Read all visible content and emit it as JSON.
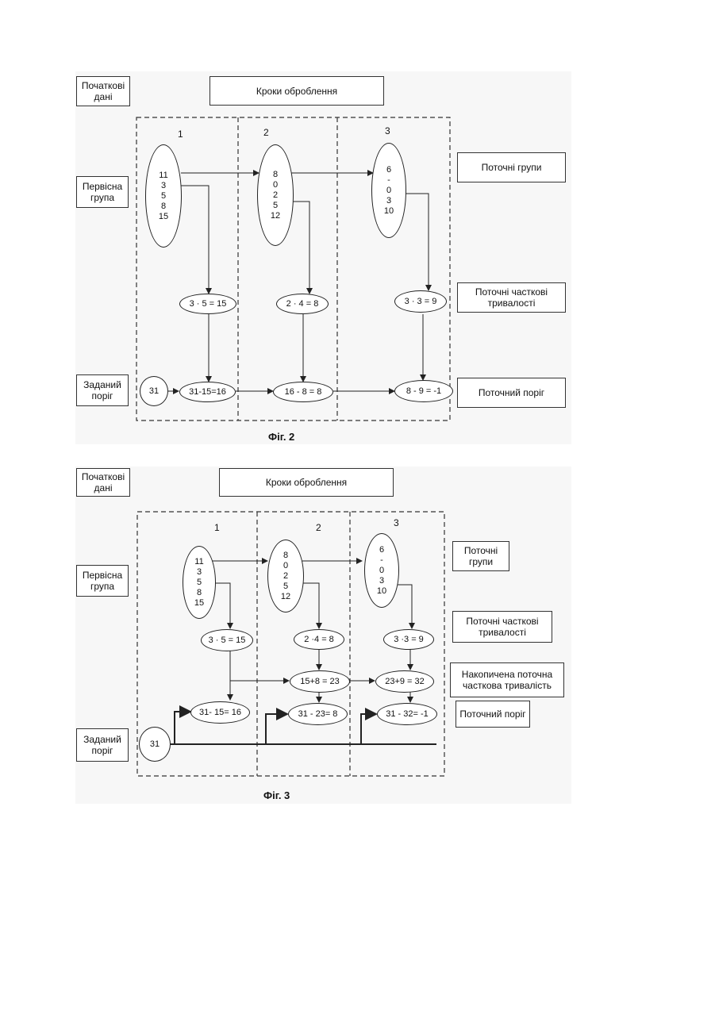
{
  "fig2": {
    "initial_data_label": "Початкові дані",
    "steps_label": "Кроки оброблення",
    "step_numbers": [
      "1",
      "2",
      "3"
    ],
    "primary_group_label": "Первісна група",
    "given_threshold_label": "Заданий поріг",
    "current_groups_label": "Поточні групи",
    "partial_durations_label": "Поточні часткові тривалості",
    "current_threshold_label": "Поточний поріг",
    "groups": [
      [
        "11",
        "3",
        "5",
        "8",
        "15"
      ],
      [
        "8",
        "0",
        "2",
        "5",
        "12"
      ],
      [
        "6",
        "-",
        "0",
        "3",
        "10"
      ]
    ],
    "partials": [
      "3 · 5 = 15",
      "2 · 4 = 8",
      "3 · 3 = 9"
    ],
    "threshold_start": "31",
    "thresholds": [
      "31-15=16",
      "16 - 8 = 8",
      "8 - 9 = -1"
    ],
    "caption": "Фіг. 2"
  },
  "fig3": {
    "initial_data_label": "Початкові дані",
    "steps_label": "Кроки оброблення",
    "step_numbers": [
      "1",
      "2",
      "3"
    ],
    "primary_group_label": "Первісна група",
    "given_threshold_label": "Заданий поріг",
    "current_groups_label": "Поточні групи",
    "partial_durations_label": "Поточні часткові тривалості",
    "accumulated_label": "Накопичена поточна часткова тривалість",
    "current_threshold_label": "Поточний поріг",
    "groups": [
      [
        "11",
        "3",
        "5",
        "8",
        "15"
      ],
      [
        "8",
        "0",
        "2",
        "5",
        "12"
      ],
      [
        "6",
        "-",
        "0",
        "3",
        "10"
      ]
    ],
    "partials": [
      "3 · 5 = 15",
      "2 ·4 = 8",
      "3 ·3 = 9"
    ],
    "accumulated": [
      "15+8 = 23",
      "23+9 = 32"
    ],
    "threshold_start": "31",
    "thresholds": [
      "31- 15= 16",
      "31 - 23= 8",
      "31 - 32= -1"
    ],
    "caption": "Фіг. 3"
  }
}
